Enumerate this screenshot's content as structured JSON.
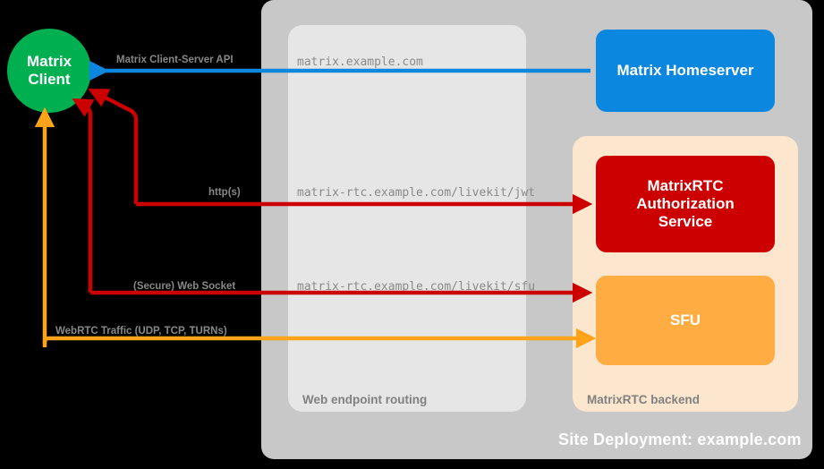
{
  "diagram": {
    "title": "Site Deployment: example.com",
    "colors": {
      "site_panel": "#c8c8c8",
      "routing_panel": "#e6e6e6",
      "backend_panel": "#fde6ce",
      "client": "#00b050",
      "homeserver": "#0c87e0",
      "auth_service": "#cc0000",
      "sfu": "#ffad42",
      "blue_arrow": "#0c87e0",
      "red_arrow": "#cc0000",
      "orange_arrow": "#ffa31a",
      "label_gray": "#878787",
      "panel_label_gray": "#808080",
      "background": "#000000"
    }
  },
  "panels": {
    "site": {
      "label": "Site Deployment: example.com"
    },
    "routing": {
      "label": "Web endpoint routing"
    },
    "backend": {
      "label": "MatrixRTC backend"
    }
  },
  "nodes": {
    "client": {
      "label": "Matrix\nClient",
      "line1": "Matrix",
      "line2": "Client"
    },
    "homeserver": {
      "label": "Matrix Homeserver"
    },
    "auth": {
      "line1": "MatrixRTC",
      "line2": "Authorization",
      "line3": "Service"
    },
    "sfu": {
      "label": "SFU"
    }
  },
  "endpoints": {
    "matrix": "matrix.example.com",
    "jwt": "matrix-rtc.example.com/livekit/jwt",
    "sfu": "matrix-rtc.example.com/livekit/sfu"
  },
  "connections": [
    {
      "id": "cs-api",
      "label": "Matrix Client-Server API",
      "color": "#0c87e0"
    },
    {
      "id": "https",
      "label": "http(s)",
      "color": "#cc0000"
    },
    {
      "id": "ws",
      "label": "(Secure) Web Socket",
      "color": "#cc0000"
    },
    {
      "id": "webrtc",
      "label": "WebRTC Traffic (UDP, TCP, TURNs)",
      "color": "#ffa31a"
    }
  ]
}
